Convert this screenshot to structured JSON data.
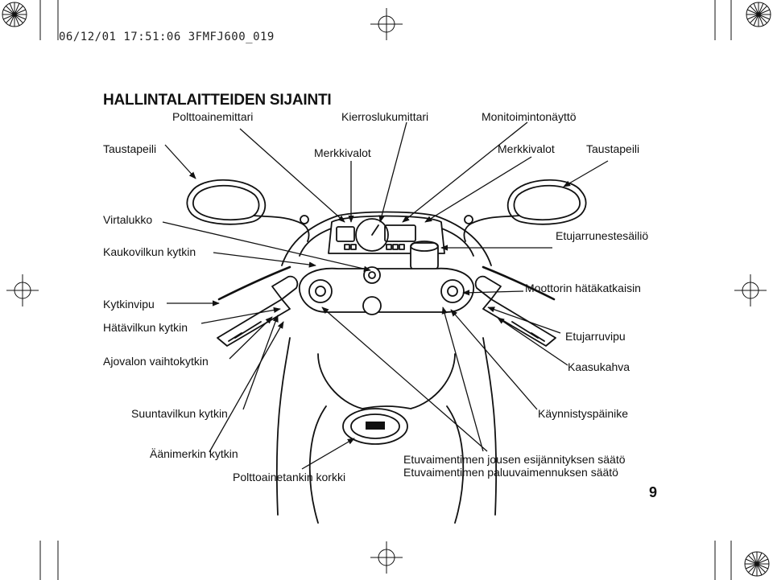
{
  "header": {
    "timestamp": "06/12/01 17:51:06 3FMFJ600_019"
  },
  "title": "HALLINTALAITTEIDEN SIJAINTI",
  "labels": {
    "fuel_gauge": "Polttoainemittari",
    "tachometer": "Kierroslukumittari",
    "multi_display": "Monitoimintonäyttö",
    "mirror_left": "Taustapeili",
    "indicators_left": "Merkkivalot",
    "indicators_right": "Merkkivalot",
    "mirror_right": "Taustapeili",
    "ignition": "Virtalukko",
    "hazard_switch": "Kaukovilkun kytkin",
    "front_brake_reservoir": "Etujarrunestesäiliö",
    "clutch_lever": "Kytkinvipu",
    "engine_stop": "Moottorin hätäkatkaisin",
    "passing_switch": "Hätävilkun kytkin",
    "front_brake_lever": "Etujarruvipu",
    "headlight_switch": "Ajovalon vaihtokytkin",
    "throttle": "Kaasukahva",
    "turn_signal": "Suuntavilkun kytkin",
    "starter": "Käynnistyspäinike",
    "horn": "Äänimerkin kytkin",
    "fuel_cap": "Polttoainetankin korkki",
    "preload": "Etuvaimentimen jousen esijännityksen säätö",
    "rebound": "Etuvaimentimen paluuvaimennuksen säätö"
  },
  "page_number": "9"
}
